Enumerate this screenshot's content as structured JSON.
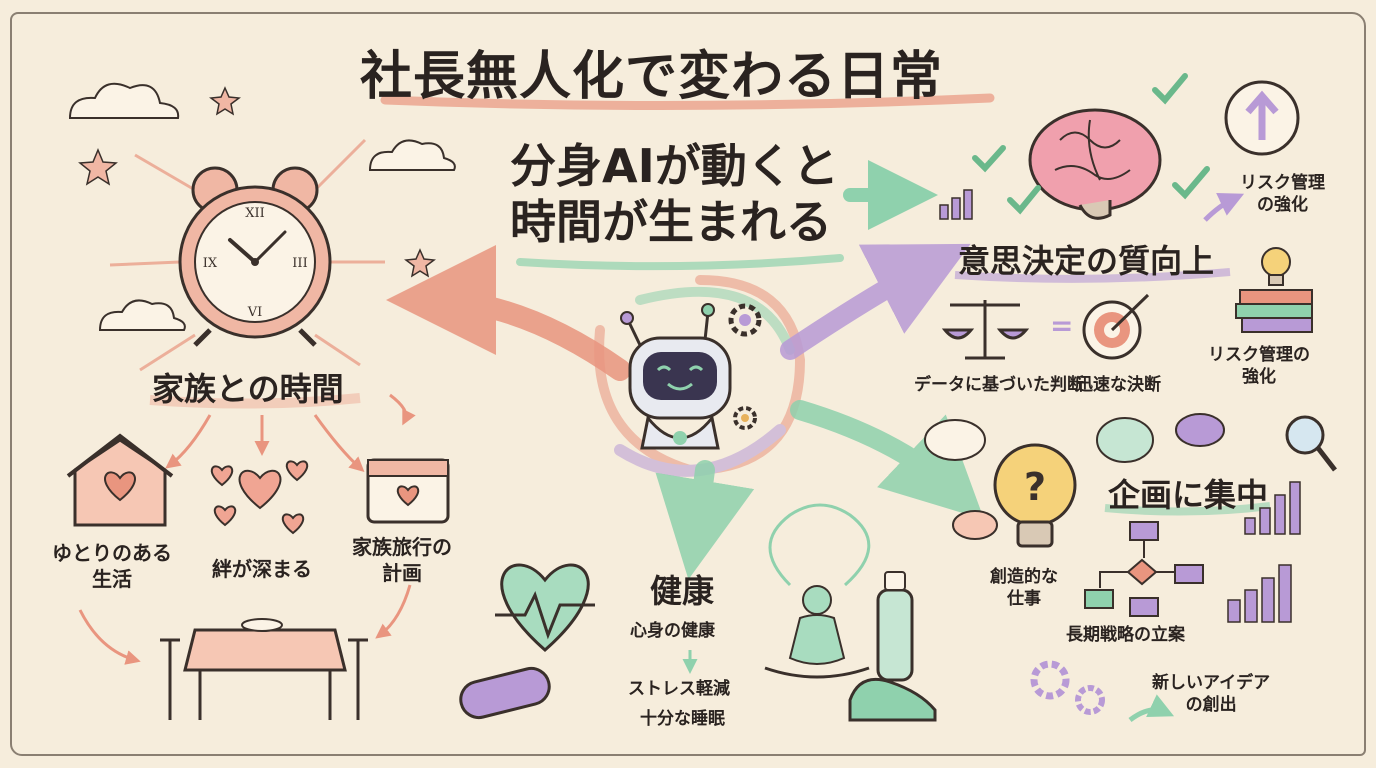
{
  "title": "社長無人化で変わる日常",
  "hero": {
    "line1": "分身AIが動くと",
    "line2": "時間が生まれる"
  },
  "family": {
    "heading": "家族との時間",
    "items": [
      {
        "text": "ゆとりのある\n生活"
      },
      {
        "text": "絆が深まる"
      },
      {
        "text": "家族旅行の\n計画"
      }
    ]
  },
  "decision": {
    "heading": "意思決定の質向上",
    "risk_top": "リスク管理\nの強化",
    "risk_bottom": "リスク管理の\n強化",
    "data_judgment": "データに基づいた判断",
    "quick_decision": "迅速な決断"
  },
  "health": {
    "heading": "健康",
    "sub1": "心身の健康",
    "sub2": "ストレス軽減",
    "sub3": "十分な睡眠"
  },
  "planning": {
    "heading": "企画に集中",
    "creative": "創造的な\n仕事",
    "strategy": "長期戦略の立案",
    "ideas": "新しいアイデア\nの創出"
  },
  "colors": {
    "coral": "#e9957f",
    "mint": "#8fd1ad",
    "lavender": "#b89ad6",
    "gold": "#e8b25c",
    "ink": "#3a302b"
  },
  "icons": [
    "alarm-clock-icon",
    "robot-icon",
    "brain-icon",
    "heart-pulse-icon",
    "lightbulb-icon",
    "house-icon",
    "calendar-icon",
    "dining-table-icon",
    "scales-icon",
    "target-icon",
    "meditation-icon",
    "water-bottle-icon",
    "sneaker-icon",
    "yoga-mat-icon",
    "magnifier-icon",
    "flowchart-icon",
    "bar-chart-icon",
    "gear-icon",
    "up-arrow-circle-icon",
    "books-icon"
  ]
}
